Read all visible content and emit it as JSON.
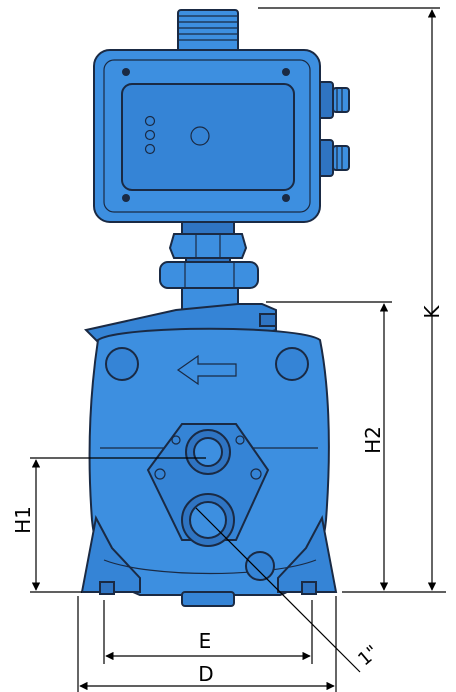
{
  "dimensions": {
    "k": "K",
    "h1": "H1",
    "h2": "H2",
    "e": "E",
    "d": "D",
    "connection": "1\""
  },
  "colors": {
    "pump_body": "#3d8fe0",
    "pump_shade": "#2f74c2",
    "pump_light": "#5aa6ee",
    "outline": "#1a2a44",
    "dimension_line": "#000000",
    "background": "#ffffff"
  }
}
